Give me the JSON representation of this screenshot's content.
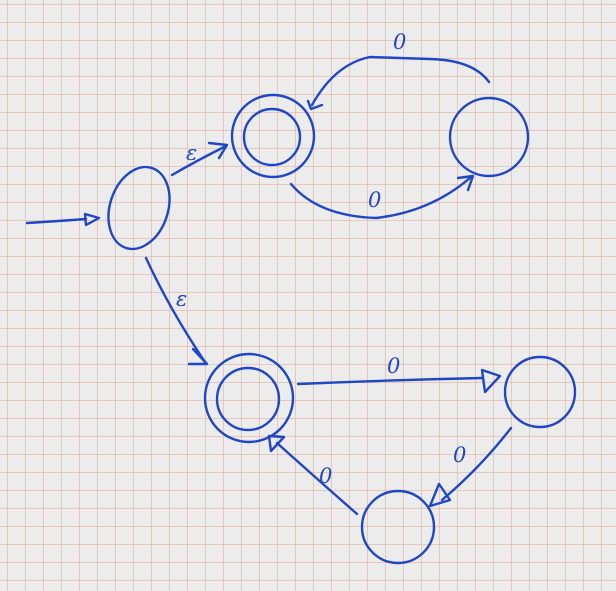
{
  "colors": {
    "ink": "#1f46c4",
    "paper": "#ececec",
    "grid": "#e4aa96"
  },
  "states": [
    {
      "id": "start",
      "accepting": false
    },
    {
      "id": "upper-a",
      "accepting": true
    },
    {
      "id": "upper-b",
      "accepting": false
    },
    {
      "id": "lower-a",
      "accepting": true
    },
    {
      "id": "lower-b",
      "accepting": false
    },
    {
      "id": "lower-c",
      "accepting": false
    }
  ],
  "transitions": [
    {
      "from": "start",
      "to": "upper-a",
      "label": "ε"
    },
    {
      "from": "start",
      "to": "lower-a",
      "label": "ε"
    },
    {
      "from": "upper-a",
      "to": "upper-b",
      "label": "0"
    },
    {
      "from": "upper-b",
      "to": "upper-a",
      "label": "0"
    },
    {
      "from": "lower-a",
      "to": "lower-b",
      "label": "0"
    },
    {
      "from": "lower-b",
      "to": "lower-c",
      "label": "0"
    },
    {
      "from": "lower-c",
      "to": "lower-a",
      "label": "0"
    }
  ]
}
